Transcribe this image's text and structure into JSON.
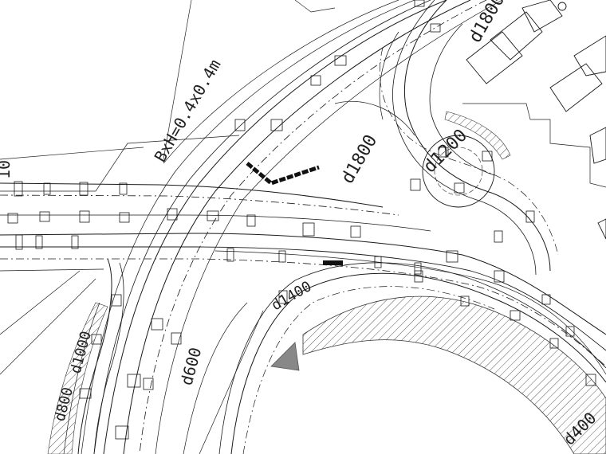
{
  "drawing": {
    "labels": {
      "culvert": "BxH=0.4x0.4m",
      "pipe_d1800_top": "d1800",
      "pipe_d1800_mid": "d1800",
      "pipe_d1200": "d1200",
      "pipe_d1400": "d1400",
      "pipe_d600": "d600",
      "pipe_b10_left": "10",
      "pipe_d1000_left": "d1000",
      "pipe_d800_bottom": "d800",
      "pipe_d400_right": "d400"
    },
    "colors": {
      "line": "#1a1a1a",
      "hatch": "#333333",
      "marker": "#888888"
    }
  }
}
